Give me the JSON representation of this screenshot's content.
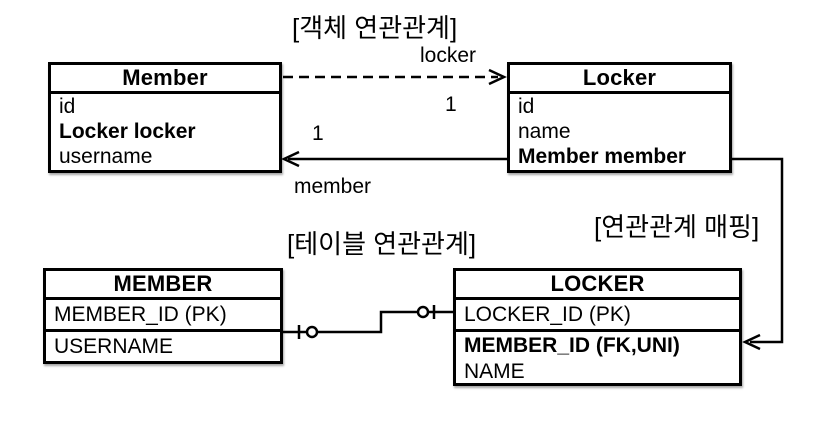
{
  "colors": {
    "ink": "#000000",
    "background": "#ffffff"
  },
  "sections": {
    "object_relation": {
      "title": "[객체 연관관계]"
    },
    "table_relation": {
      "title": "[테이블 연관관계]"
    },
    "mapping": {
      "title": "[연관관계 매핑]"
    }
  },
  "classes": {
    "member": {
      "title": "Member",
      "fields": [
        "id",
        "Locker locker",
        "username"
      ]
    },
    "locker": {
      "title": "Locker",
      "fields": [
        "id",
        "name",
        "Member member"
      ]
    }
  },
  "tables": {
    "member": {
      "title": "MEMBER",
      "rows": [
        "MEMBER_ID (PK)",
        "USERNAME"
      ]
    },
    "locker": {
      "title": "LOCKER",
      "pk_row": "LOCKER_ID (PK)",
      "fk_row": "MEMBER_ID (FK,UNI)",
      "name_row": "NAME"
    }
  },
  "relations": {
    "object": {
      "locker_arrow_label": "locker",
      "locker_side_multiplicity": "1",
      "member_arrow_label": "member",
      "member_side_multiplicity": "1"
    }
  }
}
